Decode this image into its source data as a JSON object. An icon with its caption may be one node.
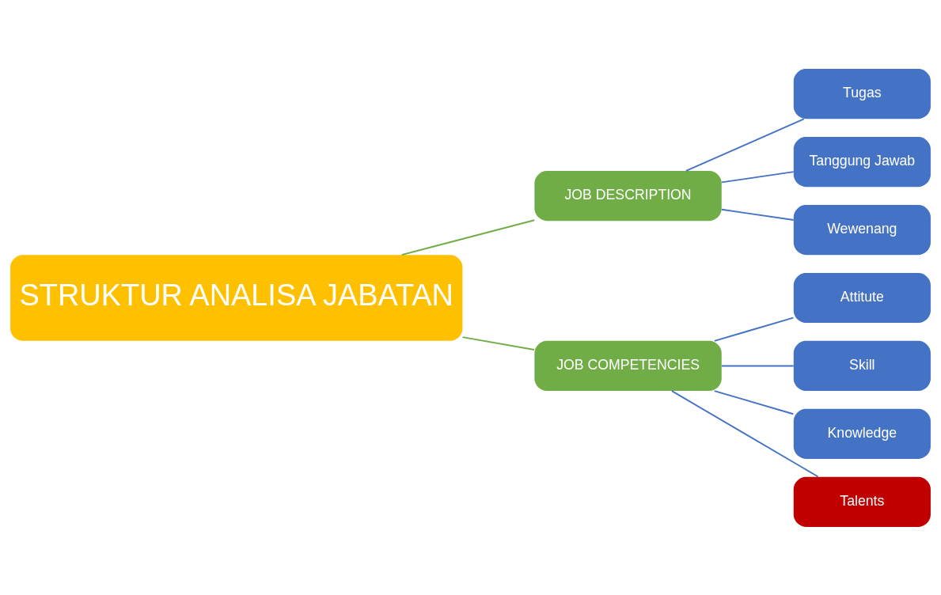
{
  "diagram": {
    "nodes": [
      {
        "text": [
          "STRUKTUR ANALISA JABATAN"
        ]
      },
      {
        "text": [
          "JOB DESCRIPTION"
        ]
      },
      {
        "text": [
          "Tugas"
        ]
      },
      {
        "text": [
          "Tanggung Jawab"
        ]
      },
      {
        "text": [
          "Wewenang"
        ]
      },
      {
        "text": [
          "JOB COMPETENCIES"
        ]
      },
      {
        "text": [
          "Attitute"
        ]
      },
      {
        "text": [
          "Skill"
        ]
      },
      {
        "text": [
          "Knowledge"
        ]
      },
      {
        "text": [
          "Talents"
        ]
      }
    ],
    "edges": [
      {
        "from": 0,
        "to": 1,
        "arrow": "none",
        "color": "#70ad47"
      },
      {
        "from": 0,
        "to": 5,
        "arrow": "none",
        "color": "#70ad47"
      },
      {
        "from": 1,
        "to": 2,
        "arrow": "none"
      },
      {
        "from": 1,
        "to": 3,
        "arrow": "none"
      },
      {
        "from": 1,
        "to": 4,
        "arrow": "none"
      },
      {
        "from": 5,
        "to": 6,
        "arrow": "none"
      },
      {
        "from": 5,
        "to": 7,
        "arrow": "none"
      },
      {
        "from": 5,
        "to": 8,
        "arrow": "none"
      },
      {
        "from": 5,
        "to": 9,
        "arrow": "none"
      }
    ]
  }
}
